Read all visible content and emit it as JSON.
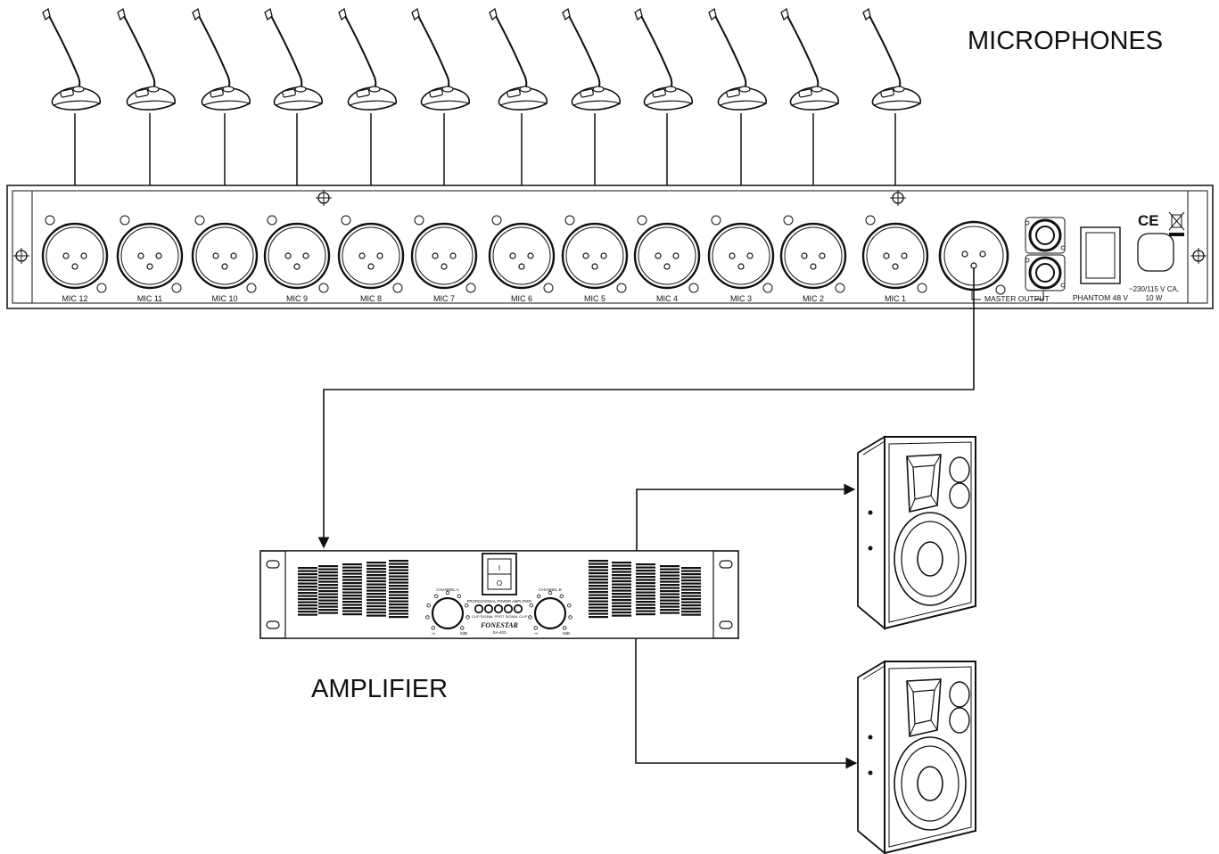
{
  "labels": {
    "microphones": "MICROPHONES",
    "amplifier": "AMPLIFIER"
  },
  "mixer": {
    "mic_labels": [
      "MIC 12",
      "MIC 11",
      "MIC 10",
      "MIC 9",
      "MIC 8",
      "MIC 7",
      "MIC 6",
      "MIC 5",
      "MIC 4",
      "MIC 3",
      "MIC 2",
      "MIC 1"
    ],
    "master_output": "MASTER OUTPUT",
    "phantom": "PHANTOM 48 V",
    "power_line1": "~230/115 V CA,",
    "power_line2": "10 W",
    "ce_mark": "CE"
  },
  "amplifier_panel": {
    "channel_a": "CHANNEL A",
    "channel_b": "CHANNEL B",
    "subtitle": "PROFESSIONAL POWER AMPLIFIER",
    "indicators": "CLIP  SIGNAL  PROT  SIGNAL  CLIP",
    "brand": "FONESTAR",
    "model": "SA-403",
    "knob_min": "-∞",
    "knob_max": "0dB"
  },
  "colors": {
    "line": "#111111",
    "panel": "#f2f2f2",
    "background": "#ffffff"
  }
}
